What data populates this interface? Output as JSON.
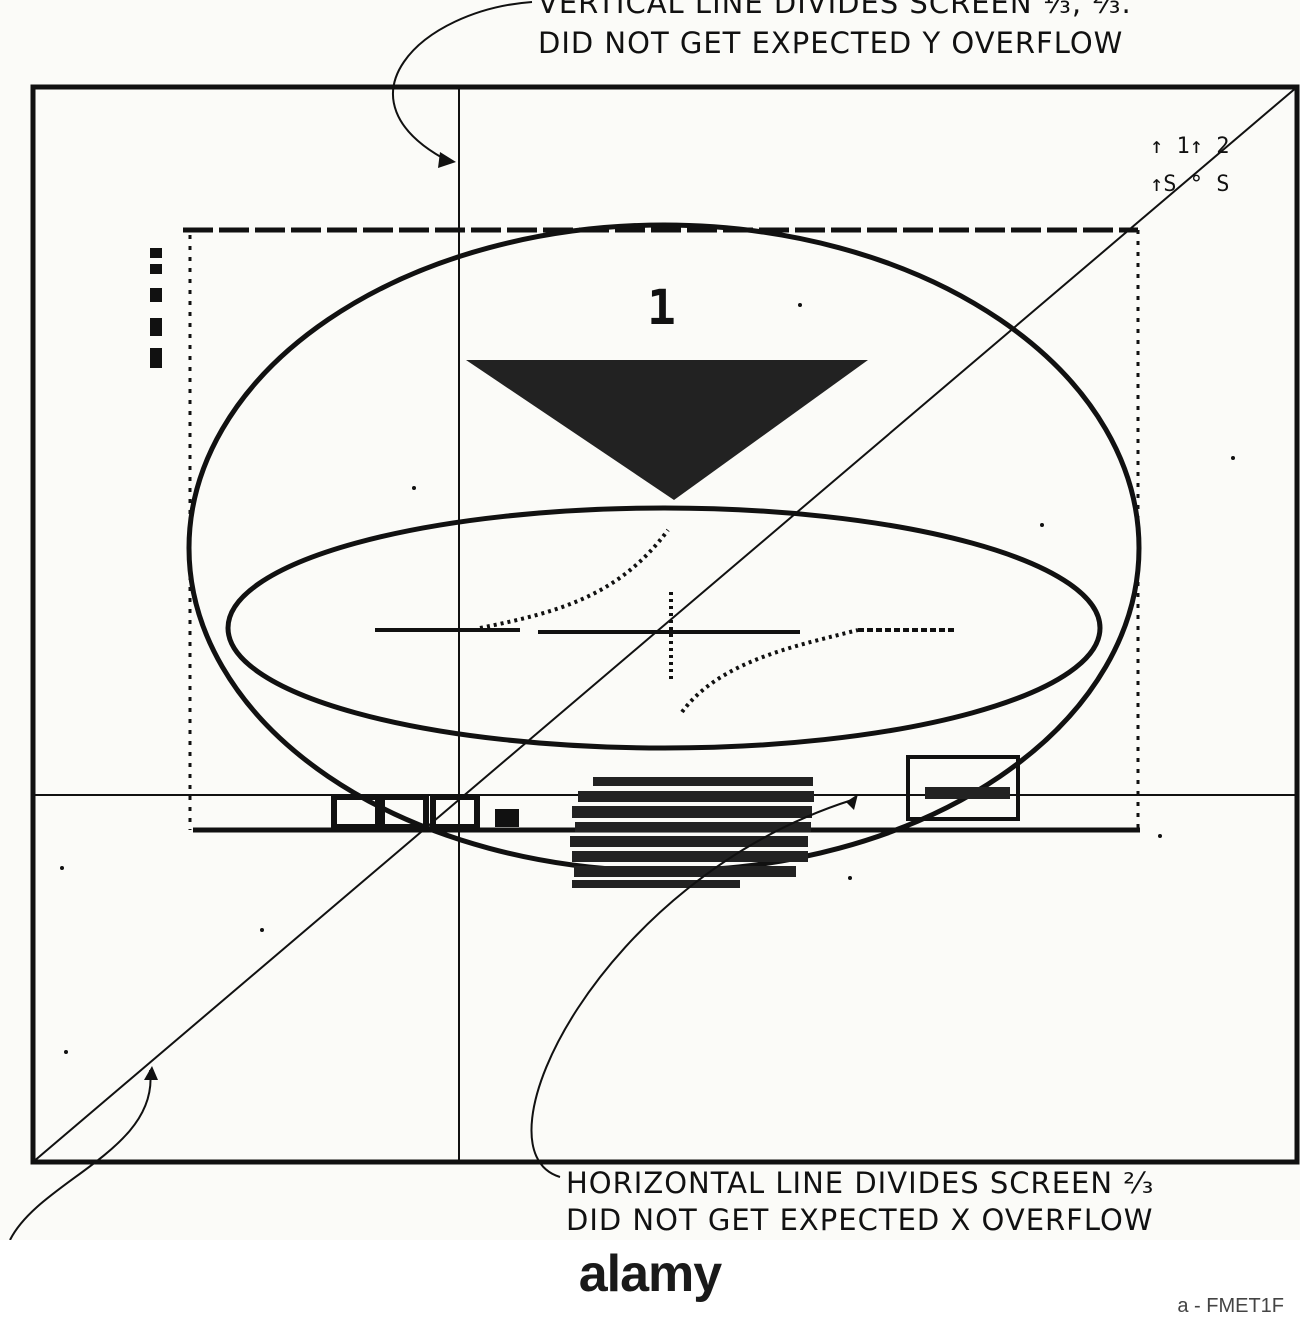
{
  "annotations": {
    "top_line_1": "VERTICAL LINE DIVIDES SCREEN ⅓, ⅔.",
    "top_line_2": "DID NOT GET EXPECTED Y OVERFLOW",
    "bottom_line_1": "HORIZONTAL LINE DIVIDES SCREEN ²⁄₃",
    "bottom_line_2": "DID NOT GET EXPECTED X OVERFLOW"
  },
  "corner_markers": {
    "row_1": "↑ 1↑ 2",
    "row_2": "↑S ° S"
  },
  "triangle_label": "1",
  "footer": {
    "brand": "alamy",
    "image_id": "a - FMET1F"
  },
  "colors": {
    "ink": "#111111",
    "paper": "#fbfbf8"
  }
}
